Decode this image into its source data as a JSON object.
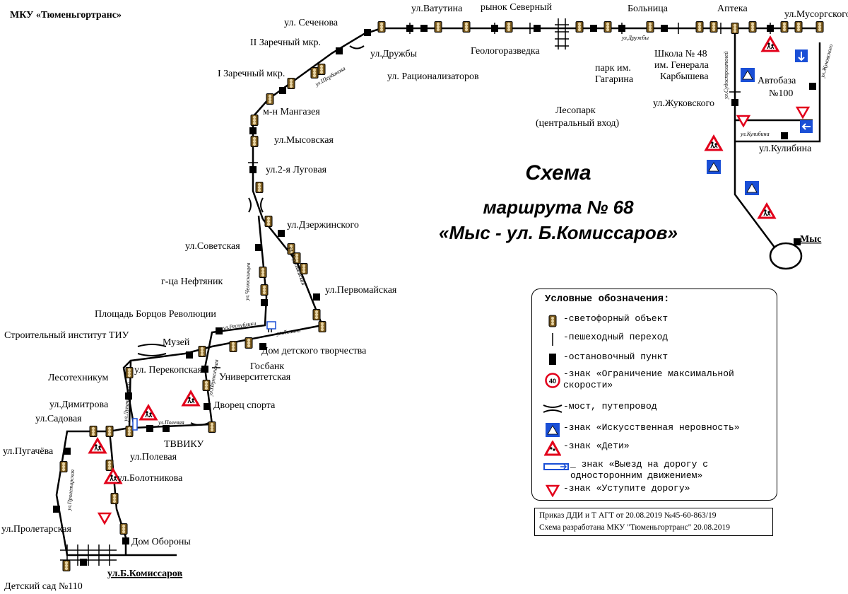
{
  "organization": "МКУ «Тюменьгортранс»",
  "title": {
    "line1": "Схема",
    "line2": "маршрута № 68",
    "line3": "«Мыс - ул. Б.Комиссаров»"
  },
  "stops": {
    "sechenova": "ул. Сеченова",
    "vatutina": "ул.Ватутина",
    "rynok": "рынок Северный",
    "bolnitsa": "Больница",
    "apteka": "Аптека",
    "musorgskogo": "ул.Мусоргского",
    "zarechny2": "II Заречный мкр.",
    "druzhby": "ул.Дружбы",
    "geologorazvedka": "Геологоразведка",
    "shkola_l1": "Школа № 48",
    "shkola_l2": "им. Генерала",
    "shkola_l3": "Карбышева",
    "zarechny1": "I Заречный мкр.",
    "ratsionalizatorov": "ул. Рационализаторов",
    "park_l1": "парк им.",
    "park_l2": "Гагарина",
    "avtobaza_l1": "Автобаза",
    "avtobaza_l2": "№100",
    "mangazeya": "м-н Мангазея",
    "lesopark_l1": "Лесопарк",
    "lesopark_l2": "(центральный вход)",
    "zhukovskogo": "ул.Жуковского",
    "mysovskaya": "ул.Мысовская",
    "kulibina": "ул.Кулибина",
    "lugovaya2": "ул.2-я Луговая",
    "dzerzhinskogo": "ул.Дзержинского",
    "mys": "Мыс",
    "sovetskaya": "ул.Советская",
    "neftyanik": "г-ца Нефтяник",
    "pervomayskaya": "ул.Первомайская",
    "ploshchad": "Площадь Борцов Революции",
    "stroitelny": "Строительный институт ТИУ",
    "muzey": "Музей",
    "dom_tvorchestva": "Дом детского творчества",
    "perekopskaya": "ул. Перекопская",
    "gosbank": "Госбанк",
    "lesotekhnikum": "Лесотехникум",
    "universitetskaya": "Университетская",
    "dimitrova": "ул.Димитрова",
    "dvorets": "Дворец спорта",
    "sadovaya": "ул.Садовая",
    "tvviku": "ТВВИКУ",
    "pugacheva": "ул.Пугачёва",
    "polevaya": "ул.Полевая",
    "bolotnikova": "ул.Болотникова",
    "proletarskaya": "ул.Пролетарская",
    "dom_oborony": "Дом Обороны",
    "b_komissarov": "ул.Б.Комиссаров",
    "detsad": "Детский сад №110"
  },
  "street_labels": {
    "shcherbakova": "ул.Щербакова",
    "druzhby_small": "ул.Дружбы",
    "sudostroiteley": "ул.Судостроителей",
    "zhukovskogo_small": "ул.Жуковского",
    "kulibina_small": "ул.Кулибина",
    "chelyuskintsev": "ул.Челюскинцев",
    "pervomayskaya_small": "ул.Первомайская",
    "respubliki": "ул.Республики",
    "lenina": "ул.Ленина",
    "lunacharskogo": "ул.Луначарского",
    "perekopskaya_small": "ул.Перекопская",
    "polevaya_small": "ул.Полевая",
    "proletarskaya_small": "ул.Пролетарская"
  },
  "legend": {
    "header": "Условные обозначения:",
    "items": [
      {
        "icon": "traffic-light-icon",
        "text": "-светофорный объект"
      },
      {
        "icon": "pedestrian-crossing-icon",
        "text": "-пешеходный переход"
      },
      {
        "icon": "bus-stop-icon",
        "text": "-остановочный пункт"
      },
      {
        "icon": "speed-limit-sign-icon",
        "sign_value": "40",
        "text": "-знак «Ограничение максимальной\nскорости»"
      },
      {
        "icon": "bridge-icon",
        "text": "-мост, путепровод"
      },
      {
        "icon": "speed-bump-sign-icon",
        "text": "-знак «Искусственная неровность»"
      },
      {
        "icon": "children-sign-icon",
        "text": "-знак «Дети»"
      },
      {
        "icon": "one-way-exit-sign-icon",
        "text": "_ знак «Выезд на дорогу с\nодносторонним движением»"
      },
      {
        "icon": "give-way-sign-icon",
        "text": "-знак «Уступите дорогу»"
      }
    ]
  },
  "order": {
    "line1": "Приказ ДДИ и Т АГТ от 20.08.2019 №45-60-863/19",
    "line2": "Схема разработана МКУ \"Тюменьгортранс\" 20.08.2019"
  },
  "colors": {
    "route": "#000000",
    "sign_red": "#e2001a",
    "sign_blue": "#1a4fd6",
    "traffic_light": "#7a5a1e"
  }
}
